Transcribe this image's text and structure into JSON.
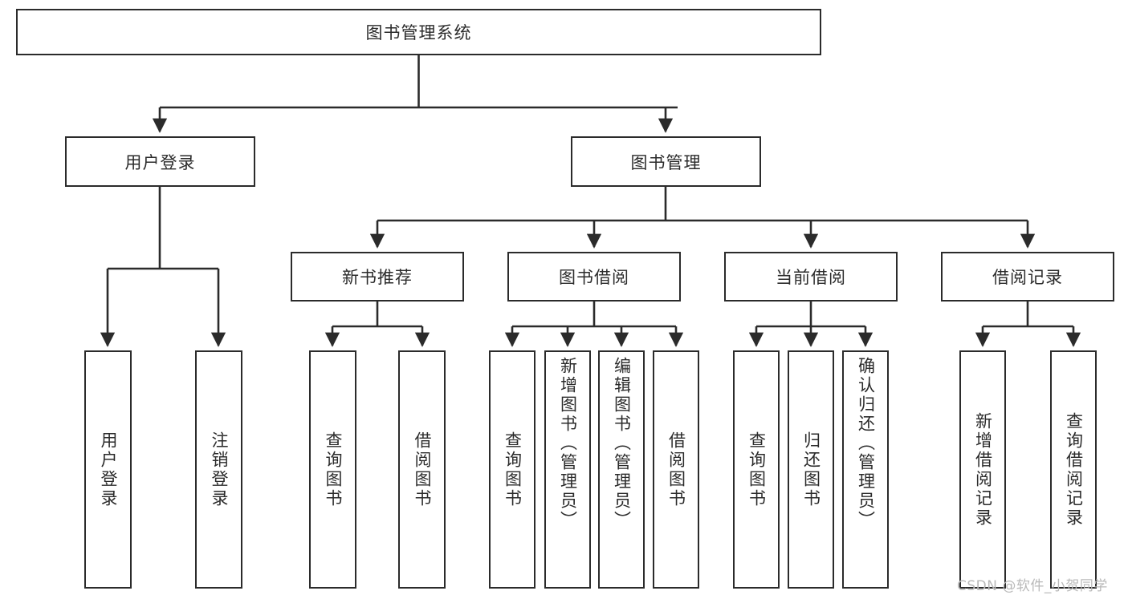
{
  "diagram": {
    "type": "hierarchy-tree",
    "title": "图书管理系统",
    "root": {
      "id": "root",
      "label": "图书管理系统"
    },
    "level2": [
      {
        "id": "user-login",
        "label": "用户登录"
      },
      {
        "id": "book-management",
        "label": "图书管理"
      }
    ],
    "level3": [
      {
        "id": "new-book-recommend",
        "label": "新书推荐",
        "parent": "book-management"
      },
      {
        "id": "book-borrow",
        "label": "图书借阅",
        "parent": "book-management"
      },
      {
        "id": "current-borrow",
        "label": "当前借阅",
        "parent": "book-management"
      },
      {
        "id": "borrow-record",
        "label": "借阅记录",
        "parent": "book-management"
      }
    ],
    "leaves": {
      "user_login": [
        {
          "id": "leaf-user-login",
          "label": "用户登录"
        },
        {
          "id": "leaf-user-logout",
          "label": "注销登录"
        }
      ],
      "new_book_recommend": [
        {
          "id": "leaf-query-book-1",
          "label": "查询图书"
        },
        {
          "id": "leaf-borrow-book-1",
          "label": "借阅图书"
        }
      ],
      "book_borrow": [
        {
          "id": "leaf-query-book-2",
          "label": "查询图书"
        },
        {
          "id": "leaf-add-book",
          "label": "新增图书（管理员）"
        },
        {
          "id": "leaf-edit-book",
          "label": "编辑图书（管理员）"
        },
        {
          "id": "leaf-borrow-book-2",
          "label": "借阅图书"
        }
      ],
      "current_borrow": [
        {
          "id": "leaf-query-book-3",
          "label": "查询图书"
        },
        {
          "id": "leaf-return-book",
          "label": "归还图书"
        },
        {
          "id": "leaf-confirm-return",
          "label": "确认归还（管理员）"
        }
      ],
      "borrow_record": [
        {
          "id": "leaf-add-record",
          "label": "新增借阅记录"
        },
        {
          "id": "leaf-query-record",
          "label": "查询借阅记录"
        }
      ]
    }
  },
  "watermark": {
    "text": "CSDN @软件_小贺同学"
  },
  "colors": {
    "stroke": "#2b2b2b",
    "background": "#ffffff",
    "text": "#2b2b2b",
    "watermark": "#b9b9b9"
  }
}
